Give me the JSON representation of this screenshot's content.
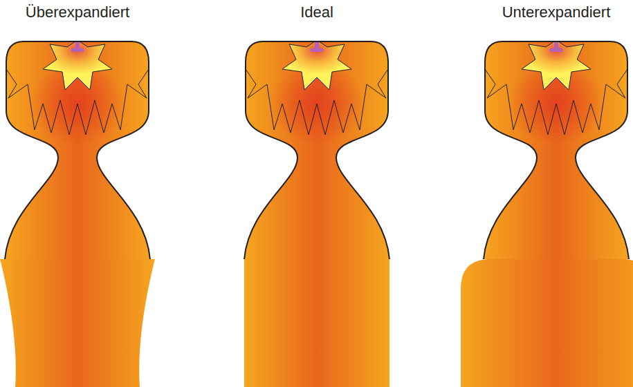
{
  "diagram": {
    "labels": [
      "Überexpandiert",
      "Ideal",
      "Unterexpandiert"
    ]
  }
}
